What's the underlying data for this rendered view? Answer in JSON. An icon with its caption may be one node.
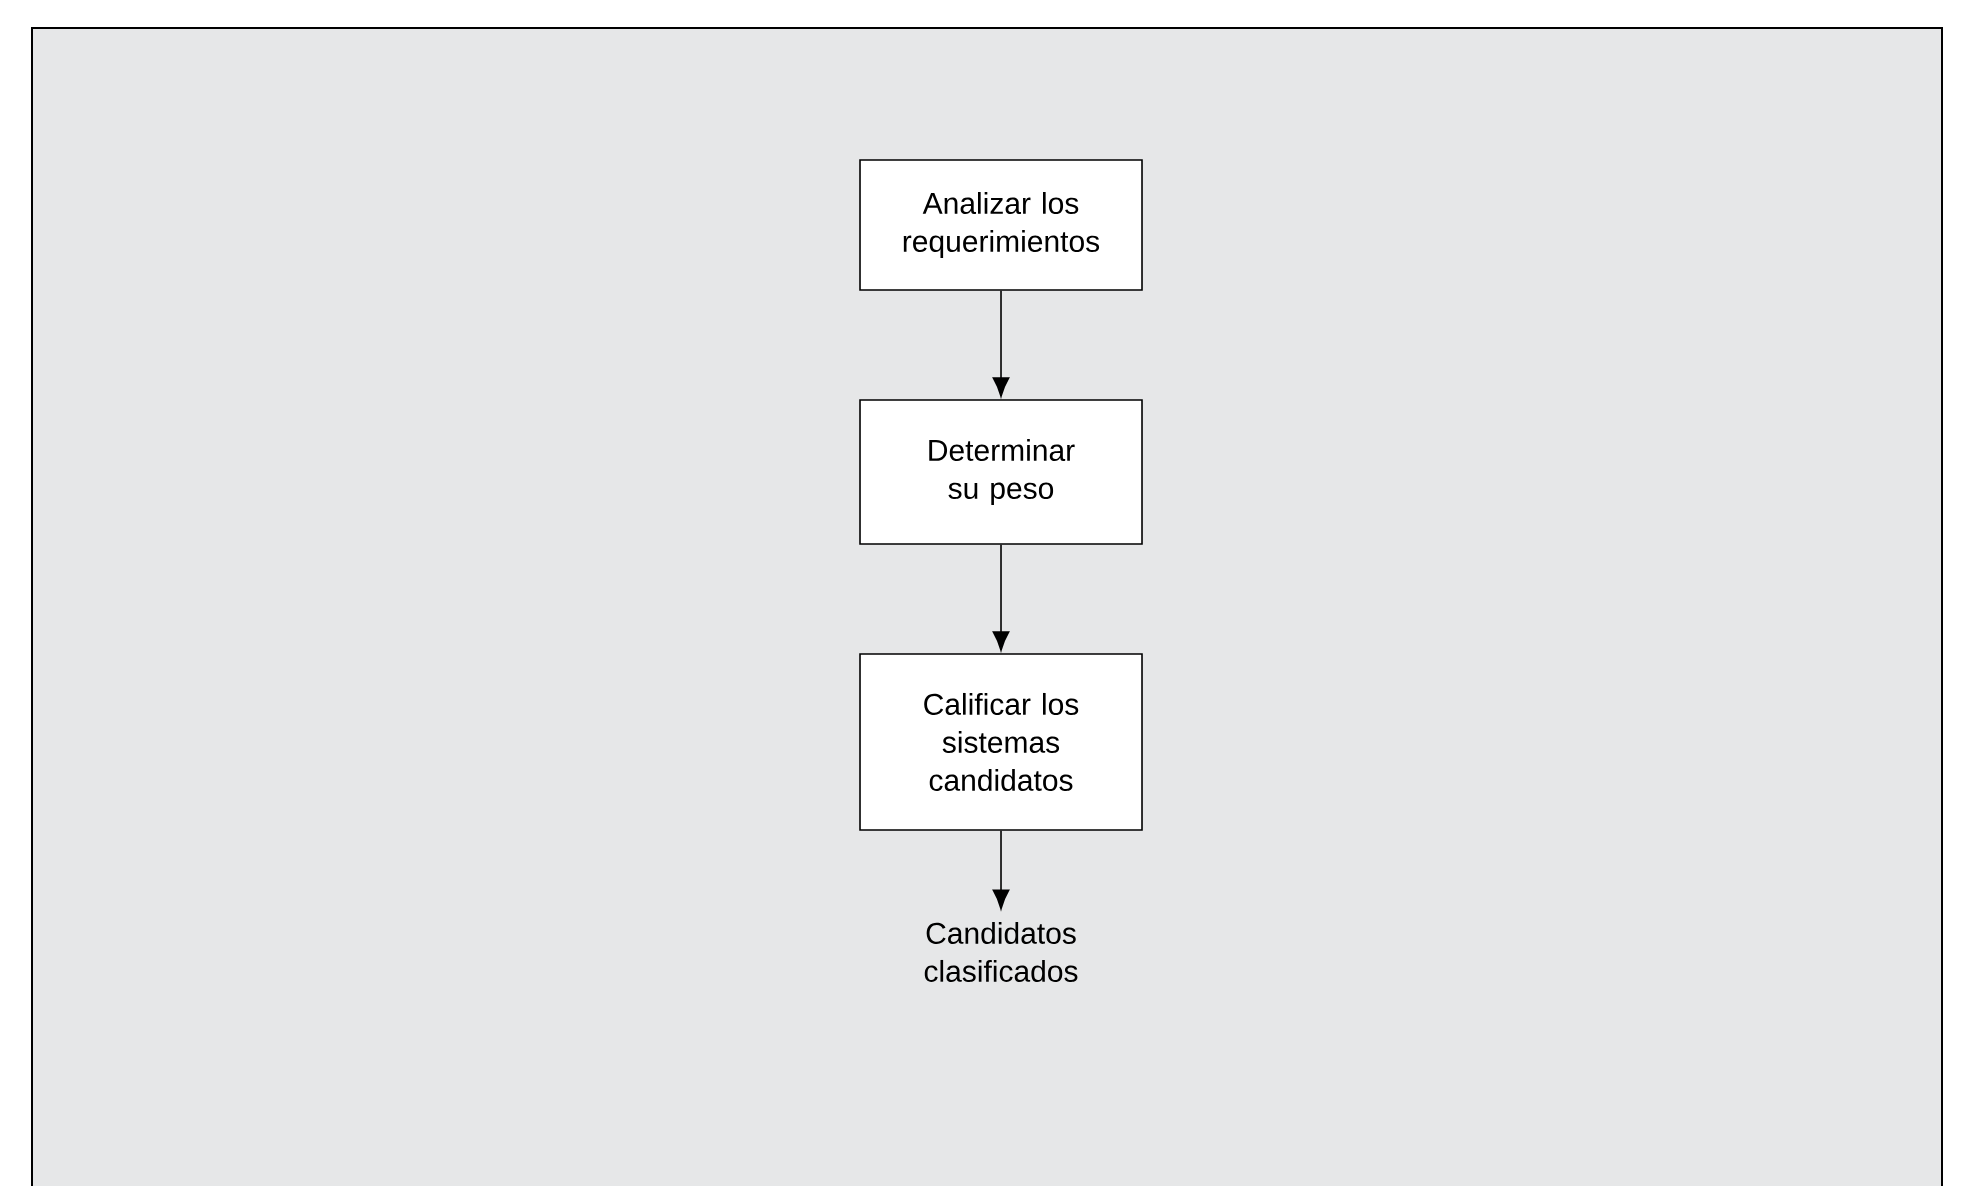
{
  "diagram": {
    "nodes": [
      {
        "text": [
          "Analizar los requerimientos"
        ]
      },
      {
        "text": [
          "Determinar su peso"
        ]
      },
      {
        "text": [
          "Calificar los sistemas candidatos"
        ]
      },
      {
        "text": [
          "Candidatos clasificados"
        ]
      }
    ],
    "edges": [
      {
        "from": 0,
        "to": 1,
        "arrow": "to"
      },
      {
        "from": 1,
        "to": 2,
        "arrow": "to"
      },
      {
        "from": 2,
        "to": 3,
        "arrow": "to"
      }
    ]
  }
}
